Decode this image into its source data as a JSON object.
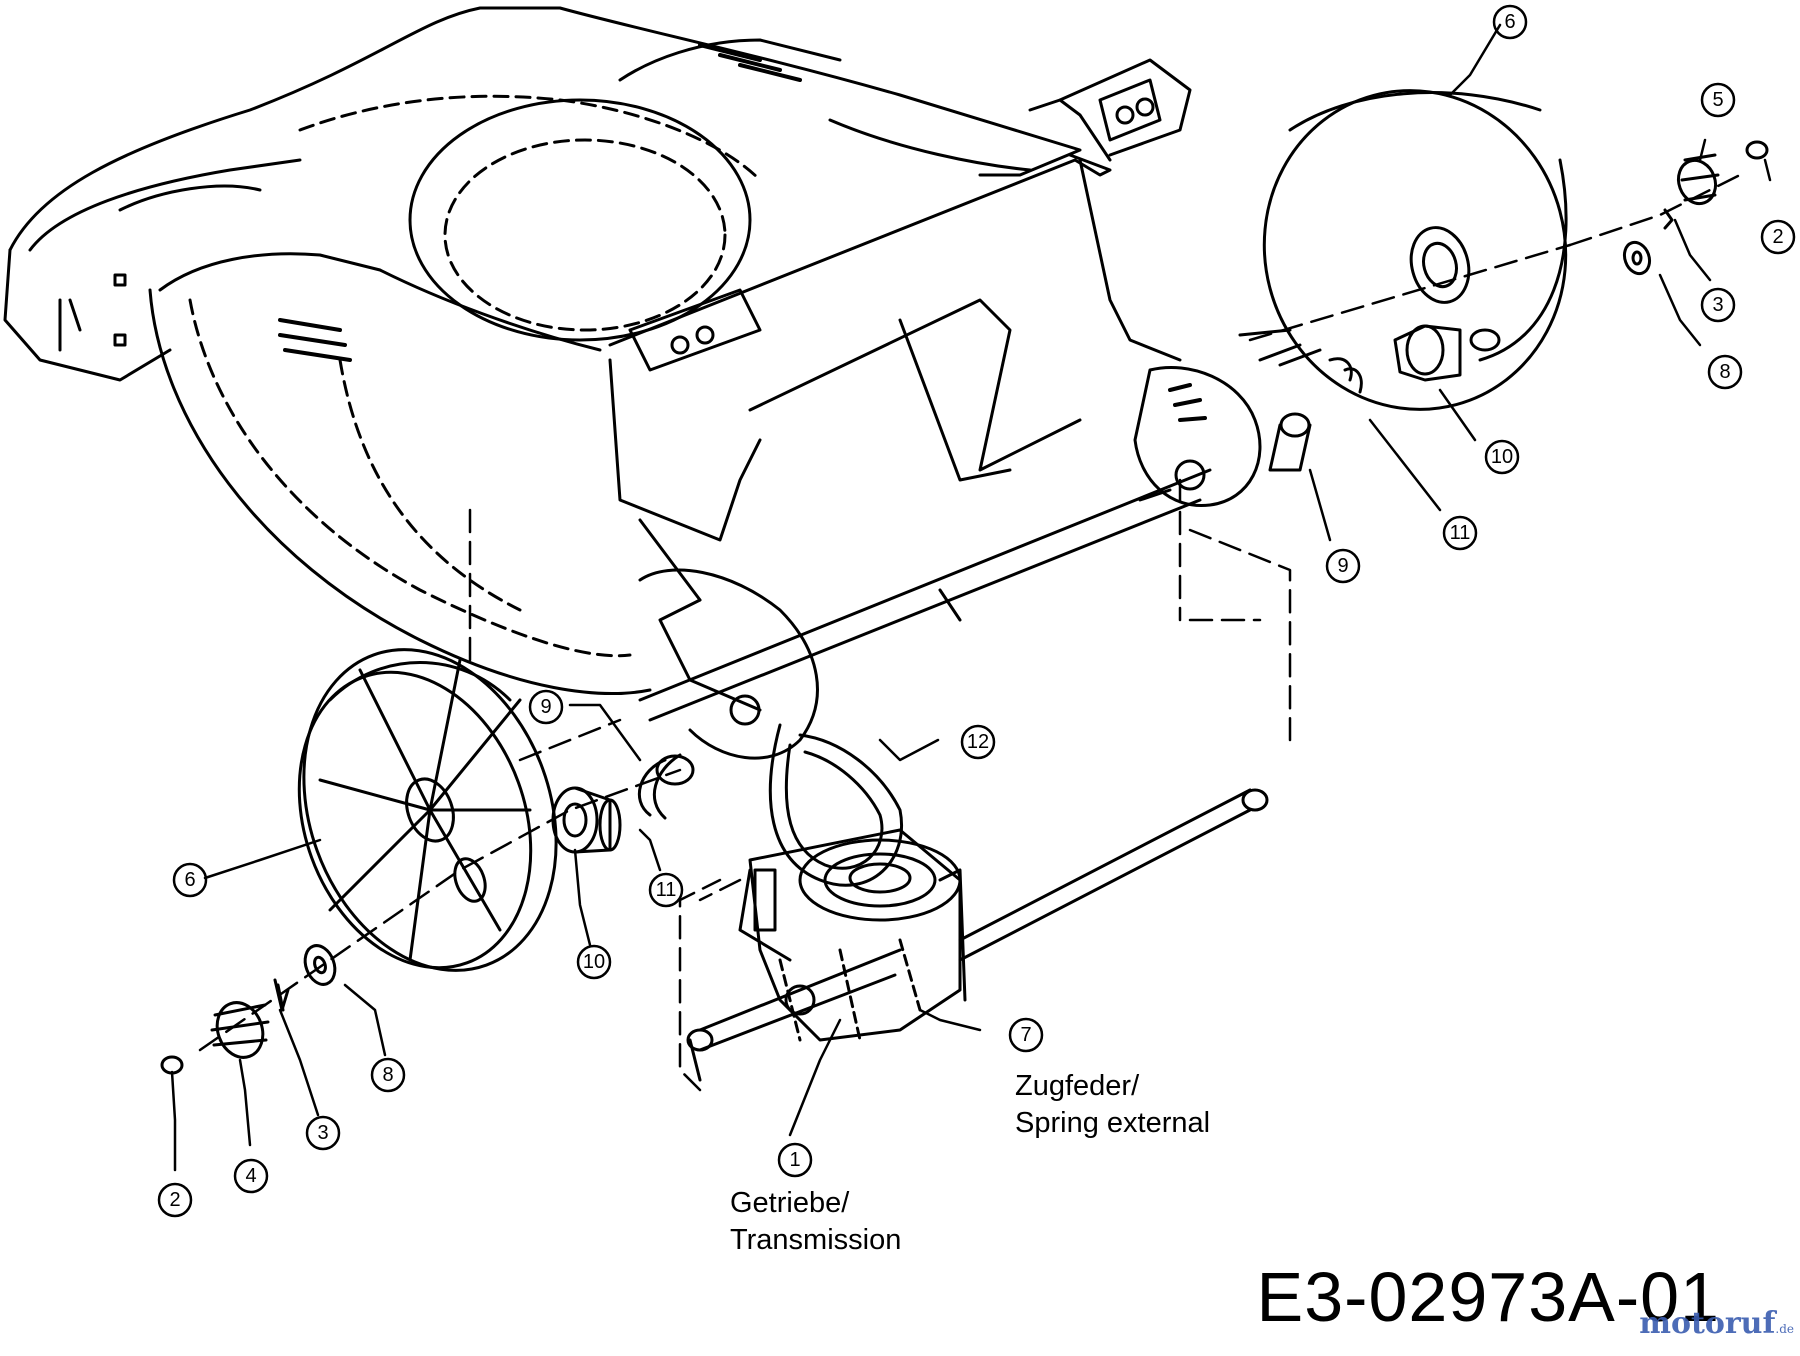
{
  "diagram": {
    "callouts": [
      "6",
      "5",
      "2",
      "3",
      "8",
      "10",
      "11",
      "9",
      "9",
      "12",
      "6",
      "11",
      "10",
      "7",
      "8",
      "3",
      "2",
      "4",
      "1"
    ],
    "labels": {
      "spring": [
        "Zugfeder/",
        "Spring external"
      ],
      "transmission": [
        "Getriebe/",
        "Transmission"
      ]
    },
    "drawing_code": "E3-02973A-01",
    "watermark": "motoruf",
    "watermark_suffix": ".de"
  }
}
